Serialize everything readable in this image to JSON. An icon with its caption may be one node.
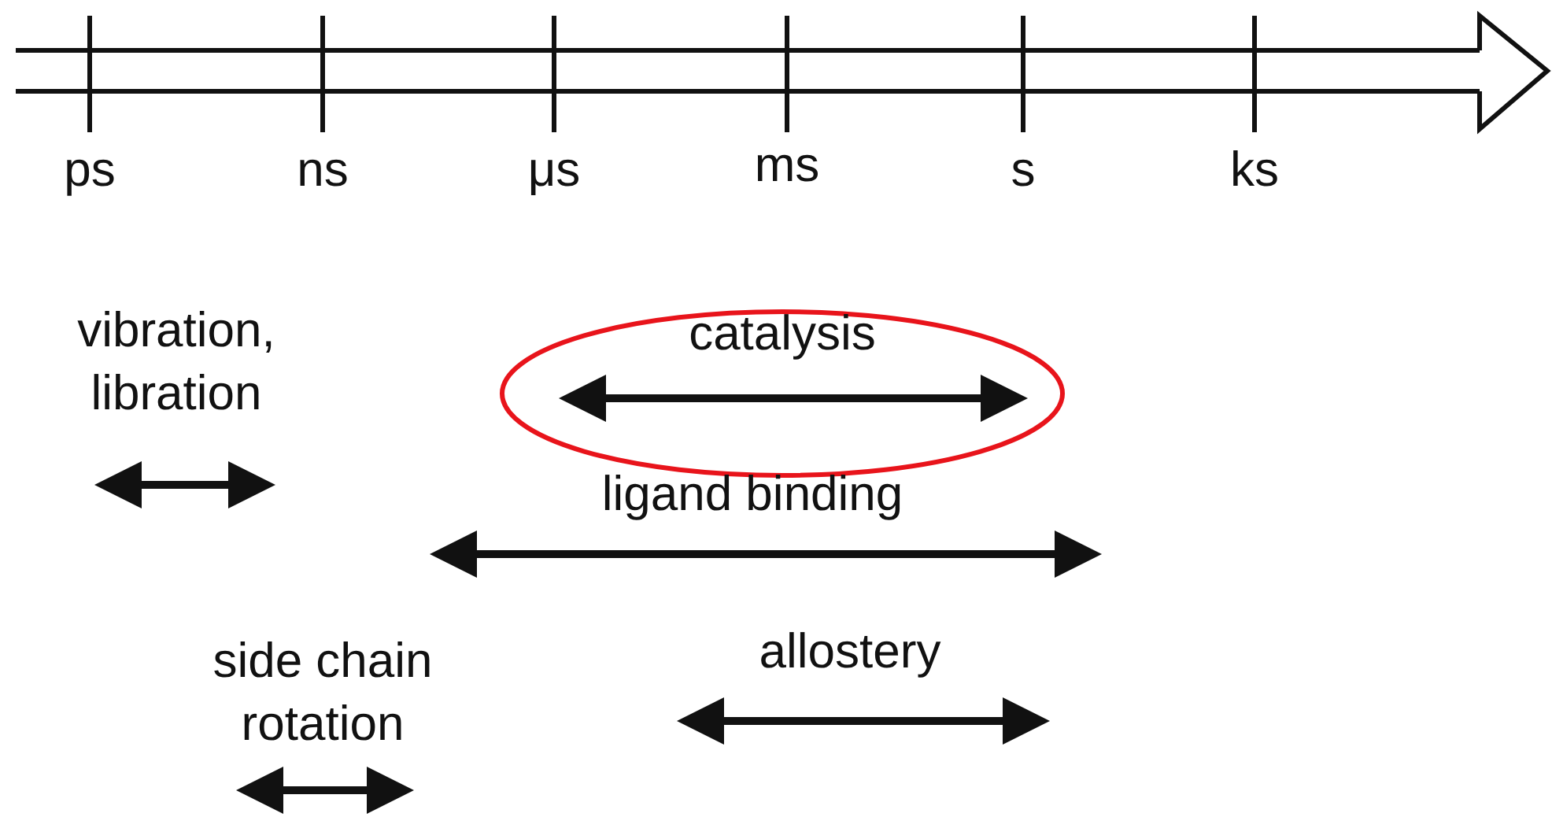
{
  "diagram": {
    "nodes": [
      {
        "text": [
          "catalysis"
        ]
      }
    ],
    "labels": [
      "ps",
      "ns",
      "μs",
      "ms",
      "s",
      "ks",
      "vibration, libration",
      "ligand binding",
      "side chain rotation",
      "allostery"
    ]
  }
}
